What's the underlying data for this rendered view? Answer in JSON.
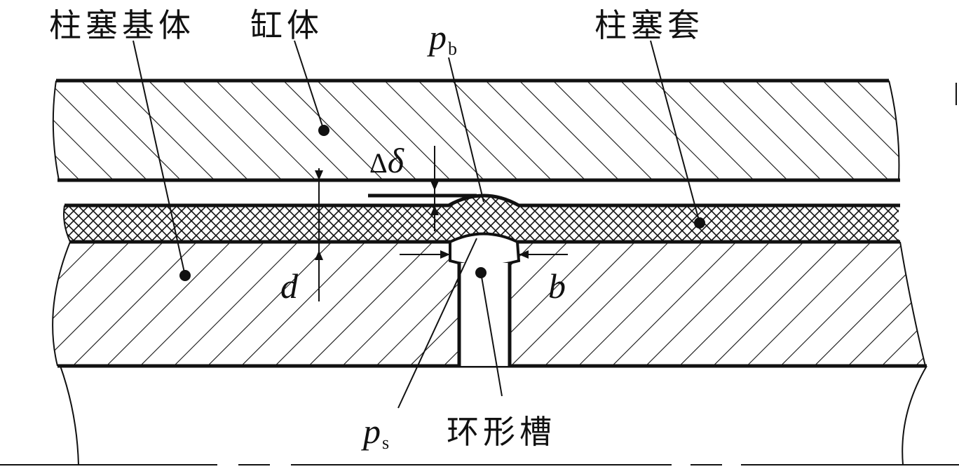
{
  "labels": {
    "plunger_base": "柱塞基体",
    "cylinder_body": "缸体",
    "plunger_sleeve": "柱塞套",
    "pressure_b_symbol": "p",
    "pressure_b_sub": "b",
    "pressure_s_symbol": "p",
    "pressure_s_sub": "s",
    "annular_groove": "环形槽",
    "delta_symbol": "Δ",
    "delta_var": "δ",
    "thickness_d": "d",
    "groove_width_b": "b"
  },
  "colors": {
    "ink": "#111111",
    "background": "#ffffff"
  }
}
